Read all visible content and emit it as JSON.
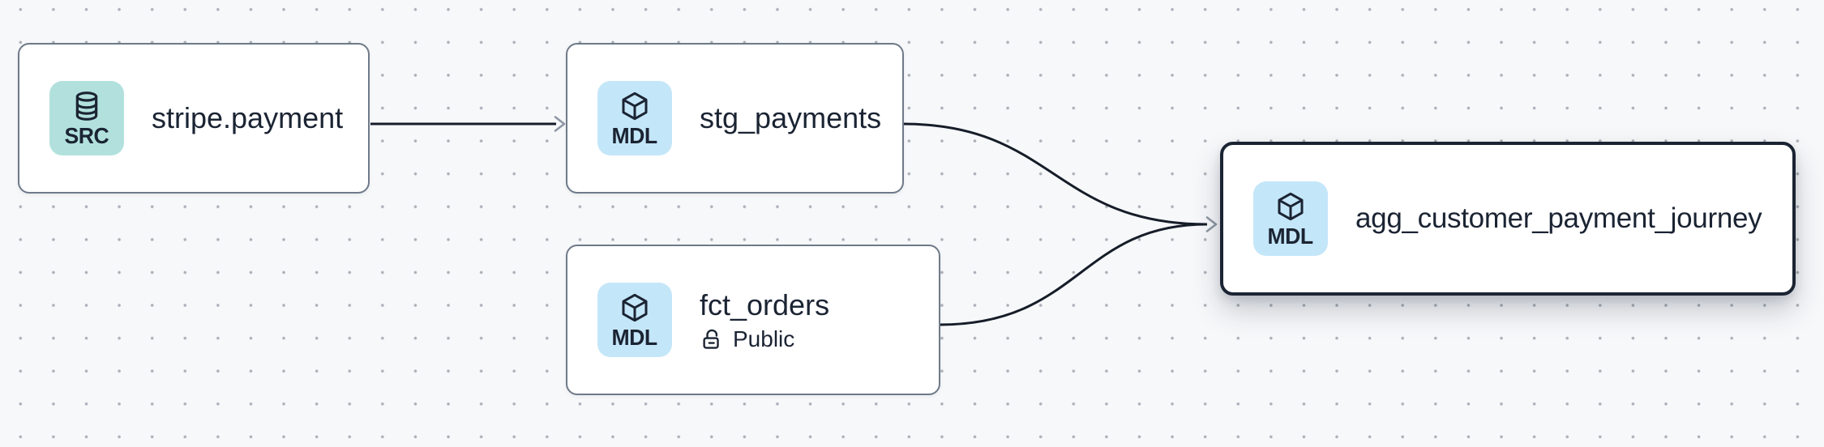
{
  "app": {
    "view": "data-lineage-graph"
  },
  "canvas": {
    "background_color": "#f7f8fa",
    "dot_grid_color": "#a9aeb6",
    "edge_color": "#161d29",
    "arrowhead_color": "#8e98a4",
    "node_border_color": "#6f7a89",
    "selected_node_border_color": "#1b2433",
    "text_color": "#1b2433"
  },
  "nodes": [
    {
      "title": "stripe.payment",
      "type": "source",
      "selected": false,
      "badge": {
        "label": "SRC",
        "icon": "database-icon",
        "background": "#b2e1dd"
      }
    },
    {
      "title": "stg_payments",
      "type": "model",
      "selected": false,
      "badge": {
        "label": "MDL",
        "icon": "cube-icon",
        "background": "#c4e6f9"
      }
    },
    {
      "title": "fct_orders",
      "type": "model",
      "selected": false,
      "badge": {
        "label": "MDL",
        "icon": "cube-icon",
        "background": "#c4e6f9"
      },
      "access": {
        "label": "Public",
        "icon": "unlock-icon"
      }
    },
    {
      "title": "agg_customer_payment_journey",
      "type": "model",
      "selected": true,
      "badge": {
        "label": "MDL",
        "icon": "cube-icon",
        "background": "#c4e6f9"
      }
    }
  ],
  "edges": [
    {
      "from": "stripe.payment",
      "to": "stg_payments"
    },
    {
      "from": "stg_payments",
      "to": "agg_customer_payment_journey"
    },
    {
      "from": "fct_orders",
      "to": "agg_customer_payment_journey"
    }
  ]
}
